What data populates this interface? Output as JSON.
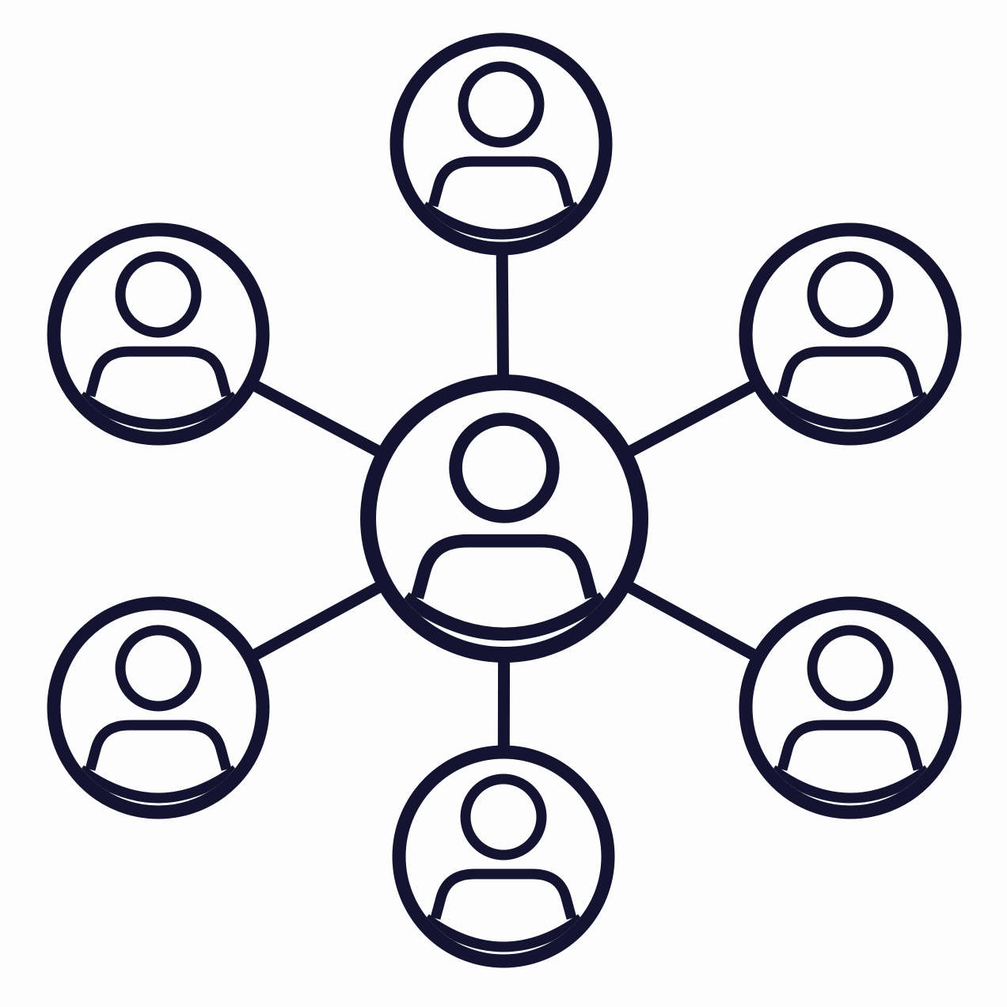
{
  "diagram": {
    "type": "hub-and-spoke network",
    "colors": {
      "stroke": "#141430",
      "background": "#fdfdfe"
    },
    "center_node": {
      "icon": "user-icon"
    },
    "outer_nodes": [
      {
        "id": "top",
        "icon": "user-icon"
      },
      {
        "id": "upper-right",
        "icon": "user-icon"
      },
      {
        "id": "lower-right",
        "icon": "user-icon"
      },
      {
        "id": "bottom",
        "icon": "user-icon"
      },
      {
        "id": "lower-left",
        "icon": "user-icon"
      },
      {
        "id": "upper-left",
        "icon": "user-icon"
      }
    ],
    "connections": [
      [
        "center",
        "top"
      ],
      [
        "center",
        "upper-right"
      ],
      [
        "center",
        "lower-right"
      ],
      [
        "center",
        "bottom"
      ],
      [
        "center",
        "lower-left"
      ],
      [
        "center",
        "upper-left"
      ]
    ]
  }
}
